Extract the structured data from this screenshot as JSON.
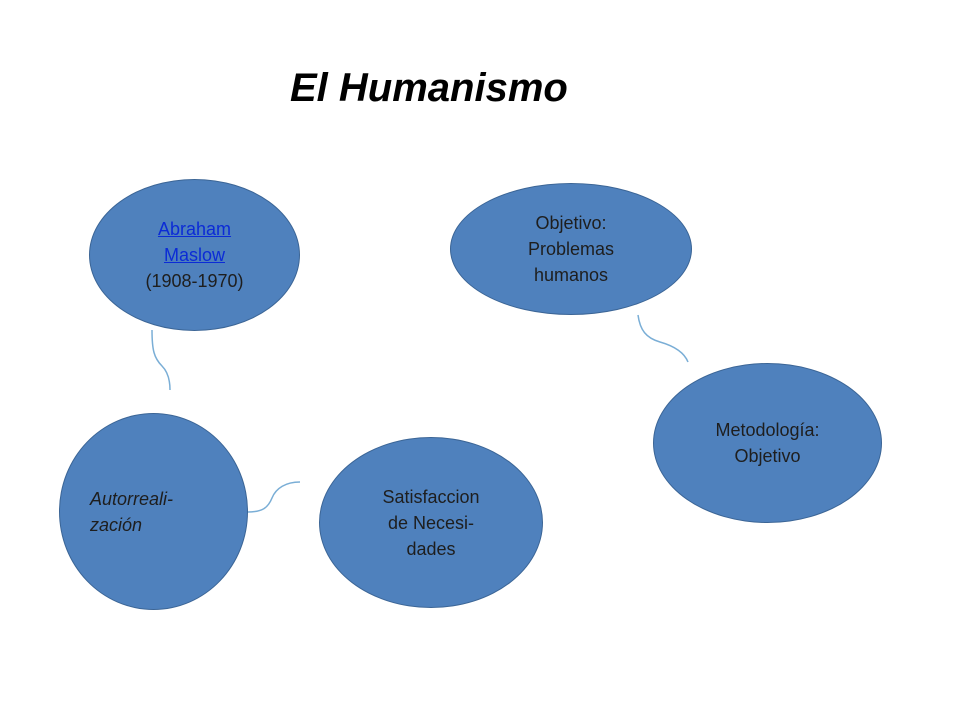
{
  "title": "El Humanismo",
  "colors": {
    "node_fill": "#4f81bd",
    "node_border": "#3b6596",
    "connector": "#7aaed6",
    "link": "#0b2bd6"
  },
  "nodes": {
    "maslow": {
      "link_line1": "Abraham",
      "link_line2": "Maslow",
      "years": "(1908-1970)"
    },
    "objetivo": {
      "line1": "Objetivo:",
      "line2": "Problemas",
      "line3": "humanos"
    },
    "metodologia": {
      "line1": "Metodología:",
      "line2": "Objetivo"
    },
    "autorrealizacion": {
      "line1": "Autorreali-",
      "line2": "zación"
    },
    "satisfaccion": {
      "line1": "Satisfaccion",
      "line2": "de Necesi-",
      "line3": "dades"
    }
  }
}
